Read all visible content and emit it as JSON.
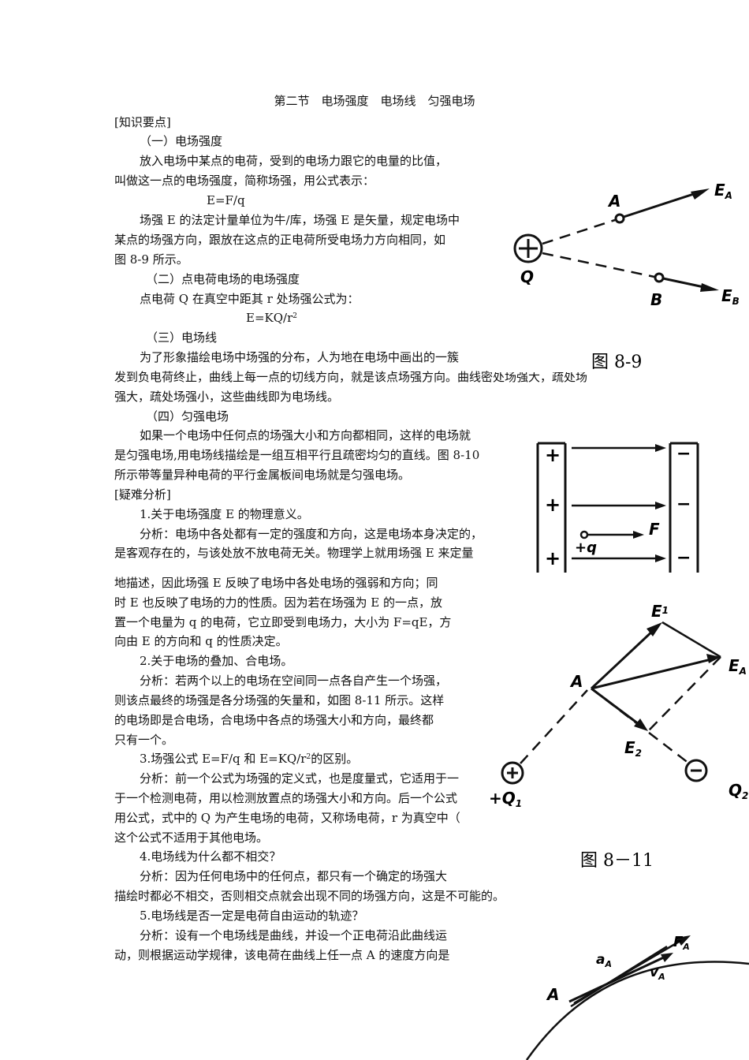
{
  "title": "第二节　电场强度　电场线　匀强电场",
  "lines": {
    "l01": "[知识要点]",
    "l02": "（一）电场强度",
    "l03": "放入电场中某点的电荷，受到的电场力跟它的电量的比值，",
    "l04": "叫做这一点的电场强度，简称场强，用公式表示：",
    "l05": "E=F/q",
    "l06": "场强 E 的法定计量单位为牛/库，场强 E 是矢量，规定电场中",
    "l07": "某点的场强方向，跟放在这点的正电荷所受电场力方向相同，如",
    "l08": "图 8-9 所示。",
    "l09": "（二）点电荷电场的电场强度",
    "l10": "点电荷 Q 在真空中距其 r 处场强公式为：",
    "l11": "E=KQ/r",
    "l11sup": "2",
    "l12": "（三）电场线",
    "l13": "为了形象描绘电场中场强的分布，人为地在电场中画出的一簇",
    "l14": "发到负电荷终止，曲线上每一点的切线方向，就是该点场强方向。曲线密处场强大，疏处场",
    "l15": "强大，疏处场强小，这些曲线即为电场线。",
    "l16": "（四）匀强电场",
    "l17": "如果一个电场中任何点的场强大小和方向都相同，这样的电场就",
    "l18": "是匀强电场,用电场线描绘是一组互相平行且疏密均匀的直线。图 8-10",
    "l19": "所示带等量异种电荷的平行金属板间电场就是匀强电场。",
    "l20": "[疑难分析]",
    "l21": "1.关于电场强度 E 的物理意义。",
    "l22": "分析：电场中各处都有一定的强度和方向，这是电场本身决定的，",
    "l23": "是客观存在的，与该处放不放电荷无关。物理学上就用场强 E 来定量",
    "l24": "地描述，因此场强 E 反映了电场中各处电场的强弱和方向；同",
    "l25": "时 E 也反映了电场的力的性质。因为若在场强为 E 的一点，放",
    "l26": "置一个电量为 q 的电荷，它立即受到电场力，大小为 F=qE，方",
    "l27": "向由 E 的方向和 q 的性质决定。",
    "l28": "2.关于电场的叠加、合电场。",
    "l29": "分析：若两个以上的电场在空间同一点各自产生一个场强，",
    "l30": "则该点最终的场强是各分场强的矢量和，如图 8-11 所示。这样",
    "l31": "的电场即是合电场，合电场中各点的场强大小和方向，最终都",
    "l32": "只有一个。",
    "l33a": "3.场强公式 E=F/q 和 E=KQ/r",
    "l33sup": "2",
    "l33b": "的区别。",
    "l34": "分析：前一个公式为场强的定义式，也是度量式，它适用于一",
    "l35": "于一个检测电荷，用以检测放置点的场强大小和方向。后一个公式",
    "l36": "用公式，式中的 Q 为产生电场的电荷，又称场电荷，r 为真空中（",
    "l37": "这个公式不适用于其他电场。",
    "l38": "4.电场线为什么都不相交？",
    "l39": "分析：因为任何电场中的任何点，都只有一个确定的场强大",
    "l40": "描绘时都必不相交，否则相交点就会出现不同的场强方向，这是不可能的。",
    "l41": "5.电场线是否一定是电荷自由运动的轨迹？",
    "l42": "分析：设有一个电场线是曲线，并设一个正电荷沿此曲线运",
    "l43": "动，则根据运动学规律，该电荷在曲线上任一点 A 的速度方向是"
  },
  "figures": {
    "fig89": {
      "caption": "图 8-9",
      "A": "A",
      "B": "B",
      "Q": "Q",
      "EA": "E",
      "EAsub": "A",
      "EB": "E",
      "EBsub": "B"
    },
    "fig810": {
      "F": "F",
      "q": "+q",
      "plus": "+",
      "minus": "−"
    },
    "fig811": {
      "caption": "图 8－11",
      "A": "A",
      "E1": "E",
      "E1sub": "1",
      "E2": "E",
      "E2sub": "2",
      "EA": "E",
      "EAsub": "A",
      "Q1": "+Q",
      "Q1sub": "1",
      "Q2": "Q",
      "Q2sub": "2"
    },
    "fig812": {
      "A": "A",
      "aA": "a",
      "aAsub": "A",
      "vA": "v",
      "vAsub": "A",
      "FA": "F",
      "FAsub": "A"
    }
  }
}
